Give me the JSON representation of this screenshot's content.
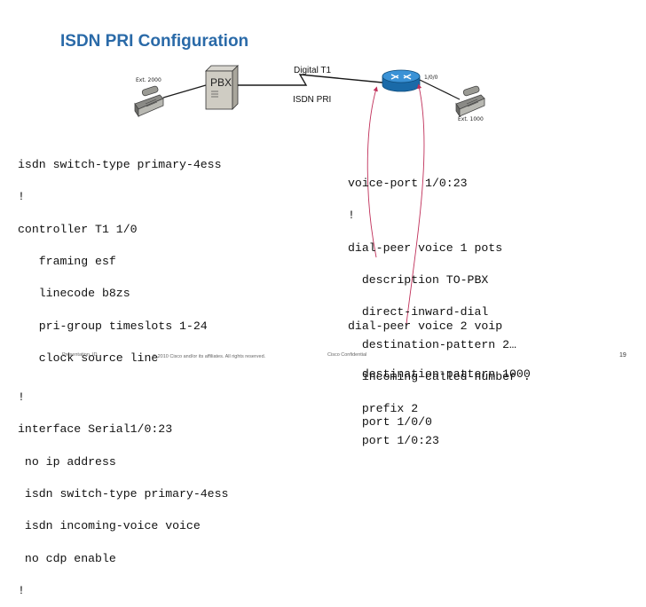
{
  "title": "ISDN PRI Configuration",
  "diagram": {
    "ext_left": "Ext. 2000",
    "pbx_label": "PBX",
    "digital_t1": "Digital T1",
    "isdn_pri": "ISDN PRI",
    "port_label": "1/0/0",
    "ext_right": "Ext. 1000"
  },
  "left_config": [
    "isdn switch-type primary-4ess",
    "!",
    "controller T1 1/0",
    "   framing esf",
    "   linecode b8zs",
    "   pri-group timeslots 1-24",
    "   clock source line",
    "!",
    "interface Serial1/0:23",
    " no ip address",
    " isdn switch-type primary-4ess",
    " isdn incoming-voice voice",
    " no cdp enable",
    "!"
  ],
  "right_config": [
    "voice-port 1/0:23",
    "!",
    "dial-peer voice 1 pots",
    "  description TO-PBX",
    "  direct-inward-dial",
    "  destination-pattern 2…",
    "  incoming called-number .",
    "  prefix 2",
    "  port 1/0:23"
  ],
  "right_config_2": [
    "dial-peer voice 2 voip",
    "  destination-pattern 1000",
    "  port 1/0/0"
  ],
  "footer": {
    "presentation_id": "Presentation_ID",
    "copyright": "© 2010 Cisco and/or its affiliates. All rights reserved.",
    "confidential": "Cisco Confidential",
    "page": "19"
  },
  "colors": {
    "title": "#2a6aa8",
    "router": "#1f7fc4",
    "arrow": "#c0305a",
    "line": "#1a1a1a"
  }
}
